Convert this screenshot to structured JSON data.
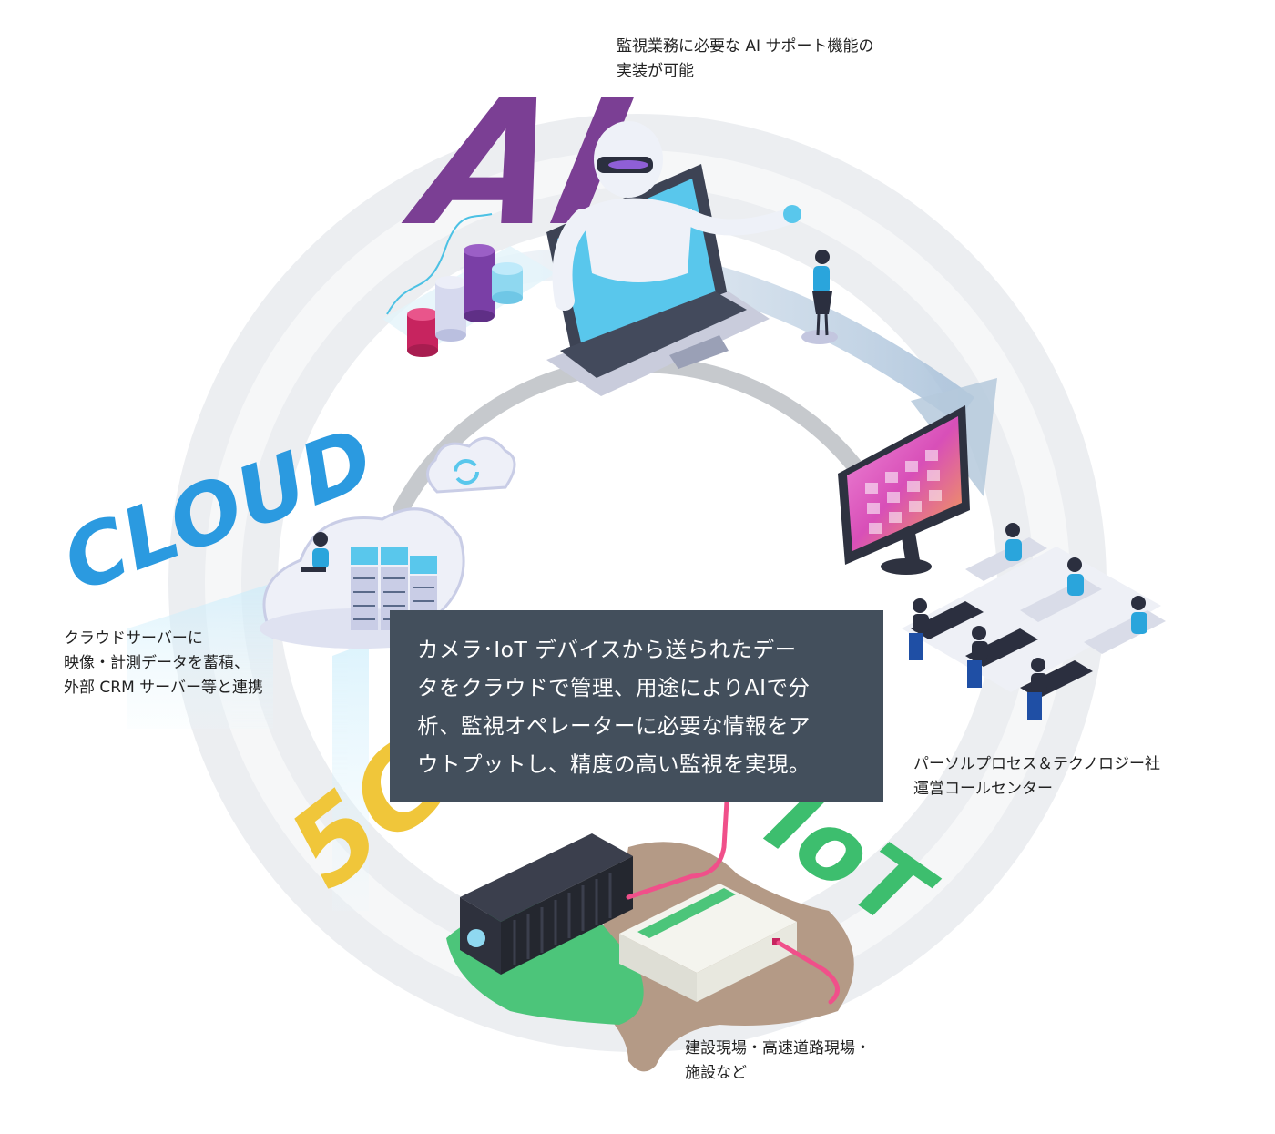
{
  "labels": {
    "ai": "AI",
    "cloud": "CLOUD",
    "fiveg": "5G",
    "iot": "IoT"
  },
  "notes": {
    "ai": "監視業務に必要な AI サポート機能の\n実装が可能",
    "cloud": "クラウドサーバーに\n映像・計測データを蓄積、\n外部 CRM サーバー等と連携",
    "center": "パーソルプロセス＆テクノロジー社\n運営コールセンター",
    "site": "建設現場・高速道路現場・\n施設など"
  },
  "main_text": "カメラ･IoT デバイスから送られたデー\nタをクラウドで管理、用途によりAIで分\n析、監視オペレーターに必要な情報をア\nウトプットし、精度の高い監視を実現。",
  "colors": {
    "ai": "#7b3f94",
    "cloud": "#2b9ae0",
    "fiveg": "#f0c63a",
    "iot": "#3dbe6e",
    "box": "#434f5c",
    "ring": "#e9ebee",
    "cable": "#f0508a"
  },
  "icons": [
    "robot-laptop-icon",
    "bar-chart-icon",
    "cloud-server-icon",
    "sync-cloud-icon",
    "monitor-icon",
    "call-center-icon",
    "edge-device-icon",
    "router-icon",
    "woman-operator-icon"
  ]
}
